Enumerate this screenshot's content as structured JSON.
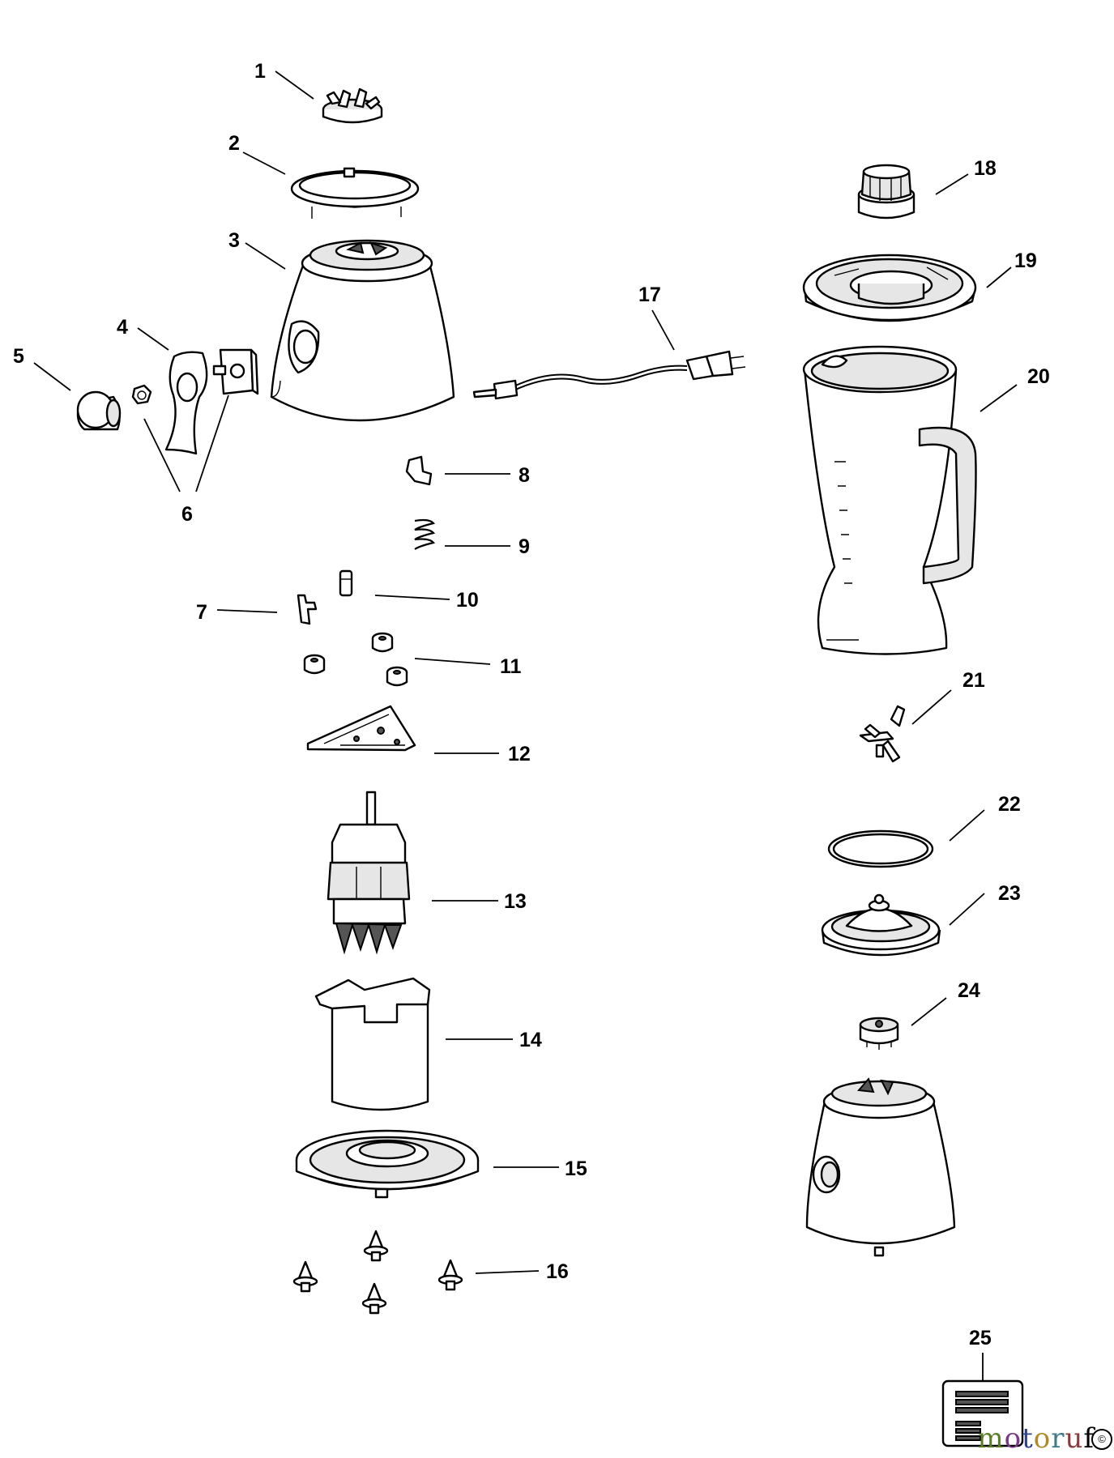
{
  "labels": [
    "1",
    "2",
    "3",
    "4",
    "5",
    "6",
    "7",
    "8",
    "9",
    "10",
    "11",
    "12",
    "13",
    "14",
    "15",
    "16",
    "17",
    "18",
    "19",
    "20",
    "21",
    "22",
    "23",
    "24",
    "25"
  ],
  "watermark": "motoruf",
  "watermark_mark": "©"
}
